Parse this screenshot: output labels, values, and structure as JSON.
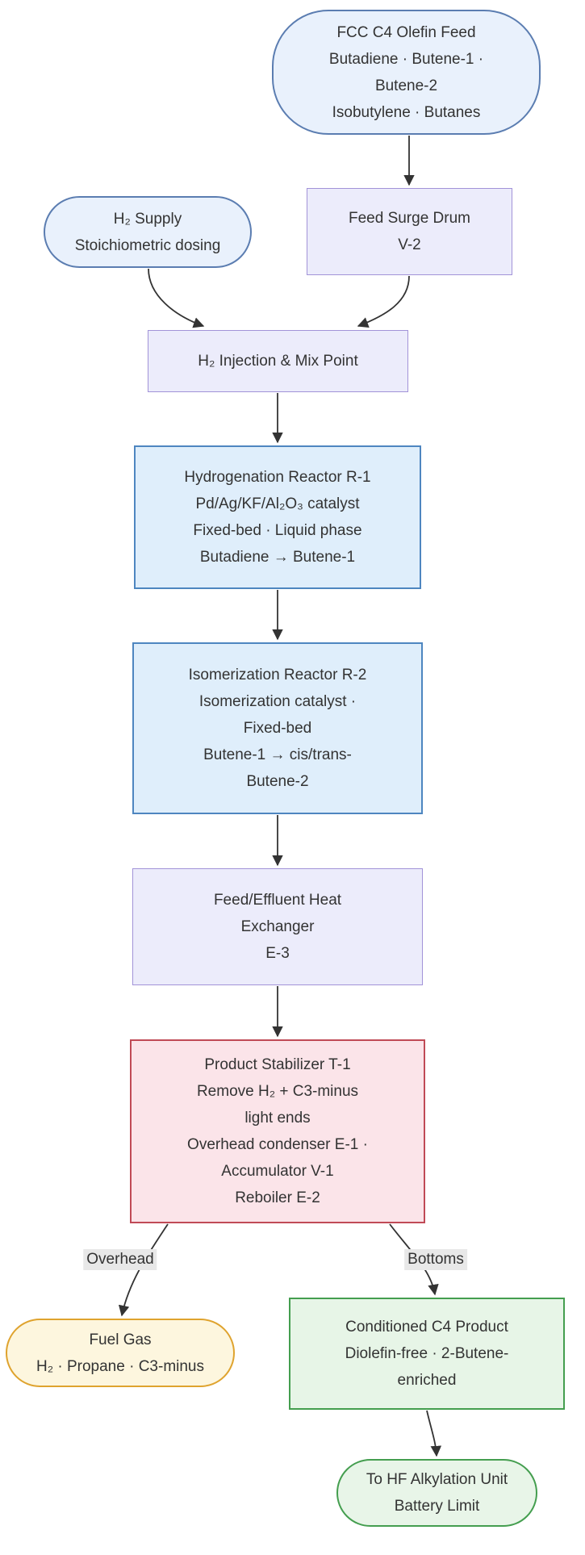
{
  "diagram": {
    "title": "",
    "nodes": {
      "fcc_feed": {
        "shape": "stadium",
        "lines": [
          "FCC C4 Olefin Feed",
          "Butadiene · Butene-1 ·",
          "Butene-2",
          "Isobutylene · Butanes"
        ]
      },
      "h2_supply": {
        "shape": "stadium",
        "lines": [
          "H₂ Supply",
          "Stoichiometric dosing"
        ]
      },
      "feed_surge_drum": {
        "shape": "rect",
        "lines": [
          "Feed Surge Drum",
          "V-2"
        ]
      },
      "h2_injection": {
        "shape": "rect",
        "lines": [
          "H₂ Injection & Mix Point"
        ]
      },
      "reactor_r1": {
        "shape": "rect",
        "lines": [
          "Hydrogenation Reactor R-1",
          "Pd/Ag/KF/Al₂O₃ catalyst",
          "Fixed-bed · Liquid phase",
          "Butadiene → Butene-1"
        ]
      },
      "reactor_r2": {
        "shape": "rect",
        "lines": [
          "Isomerization Reactor R-2",
          "Isomerization catalyst ·",
          "Fixed-bed",
          "Butene-1 → cis/trans-",
          "Butene-2"
        ]
      },
      "exchanger_e3": {
        "shape": "rect",
        "lines": [
          "Feed/Effluent Heat",
          "Exchanger",
          "E-3"
        ]
      },
      "stabilizer_t1": {
        "shape": "rect",
        "lines": [
          "Product Stabilizer T-1",
          "Remove H₂ + C3-minus",
          "light ends",
          "Overhead condenser E-1 ·",
          "Accumulator V-1",
          "Reboiler E-2"
        ]
      },
      "fuel_gas": {
        "shape": "stadium",
        "lines": [
          "Fuel Gas",
          "H₂ · Propane · C3-minus"
        ]
      },
      "c4_product": {
        "shape": "rect",
        "lines": [
          "Conditioned C4 Product",
          "Diolefin-free · 2-Butene-",
          "enriched"
        ]
      },
      "hf_alkylation": {
        "shape": "stadium",
        "lines": [
          "To HF Alkylation Unit",
          "Battery Limit"
        ]
      }
    },
    "edge_labels": {
      "overhead": "Overhead",
      "bottoms": "Bottoms"
    },
    "colors": {
      "background": "#ffffff",
      "text": "#333333",
      "arrow": "#333333",
      "edge_label_bg": "#e8e8e8",
      "stadium_blue_fill": "#e9f1fc",
      "stadium_blue_border": "#5b7db1",
      "rect_lavender_fill": "#ececfb",
      "rect_lavender_border": "#a293d8",
      "rect_blue_fill": "#dfeefb",
      "rect_blue_border": "#4e86c0",
      "rect_pink_fill": "#fbe4e9",
      "rect_pink_border": "#c04a56",
      "stadium_yellow_fill": "#fdf6de",
      "stadium_yellow_border": "#dfa32e",
      "rect_green_fill": "#e7f5e7",
      "rect_green_border": "#449e4f"
    }
  }
}
